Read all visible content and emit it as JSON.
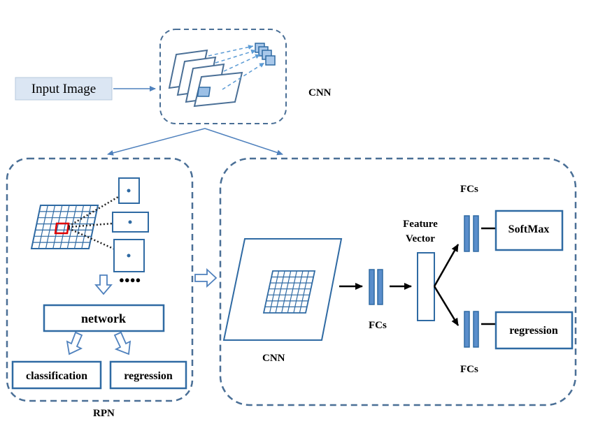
{
  "labels": {
    "input_image": "Input Image",
    "cnn_top": "CNN",
    "network": "network",
    "classification": "classification",
    "regression_rpn": "regression",
    "rpn": "RPN",
    "cnn_bottom": "CNN",
    "fcs_middle": "FCs",
    "feature_vector_line1": "Feature",
    "feature_vector_line2": "Vector",
    "fcs_top": "FCs",
    "fcs_bottom": "FCs",
    "softmax": "SoftMax",
    "regression_head": "regression",
    "anchor_dots": "●●●●"
  },
  "colors": {
    "dashed_border": "#4a6f96",
    "box_border": "#2f6aa3",
    "fill_light": "#dbe6f3",
    "fill_fc": "#5a8ecb",
    "anchor_highlight": "#e00000",
    "arrow": "#4f81bd",
    "text": "#000000"
  }
}
